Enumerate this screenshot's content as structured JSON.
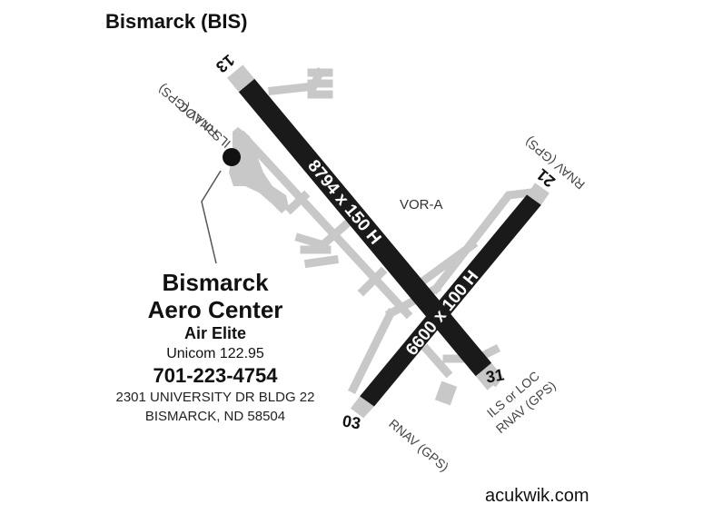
{
  "airport": {
    "title": "Bismarck (BIS)"
  },
  "runways": [
    {
      "name": "13/31",
      "label": "8794 x 150 H",
      "end_a": "13",
      "end_b": "31"
    },
    {
      "name": "03/21",
      "label": "6600 x 100 H",
      "end_a": "03",
      "end_b": "21"
    }
  ],
  "approaches": {
    "rwy13_line1": "ILS or LOC",
    "rwy13_line2": "RNAV (GPS)",
    "rwy21": "RNAV (GPS)",
    "rwy31_line1": "ILS or LOC",
    "rwy31_line2": "RNAV (GPS)",
    "rwy03": "RNAV (GPS)",
    "circling": "VOR-A"
  },
  "fbo": {
    "name_line1": "Bismarck",
    "name_line2": "Aero Center",
    "brand": "Air Elite",
    "unicom": "Unicom 122.95",
    "phone": "701-223-4754",
    "address_line1": "2301 UNIVERSITY DR BLDG 22",
    "address_line2": "BISMARCK, ND 58504"
  },
  "source": "acukwik.com",
  "colors": {
    "runway": "#1a1a1a",
    "runway_threshold": "#c8c8c8",
    "taxiway": "#c8c8c8",
    "text": "#111111",
    "approach_text": "#444444"
  }
}
